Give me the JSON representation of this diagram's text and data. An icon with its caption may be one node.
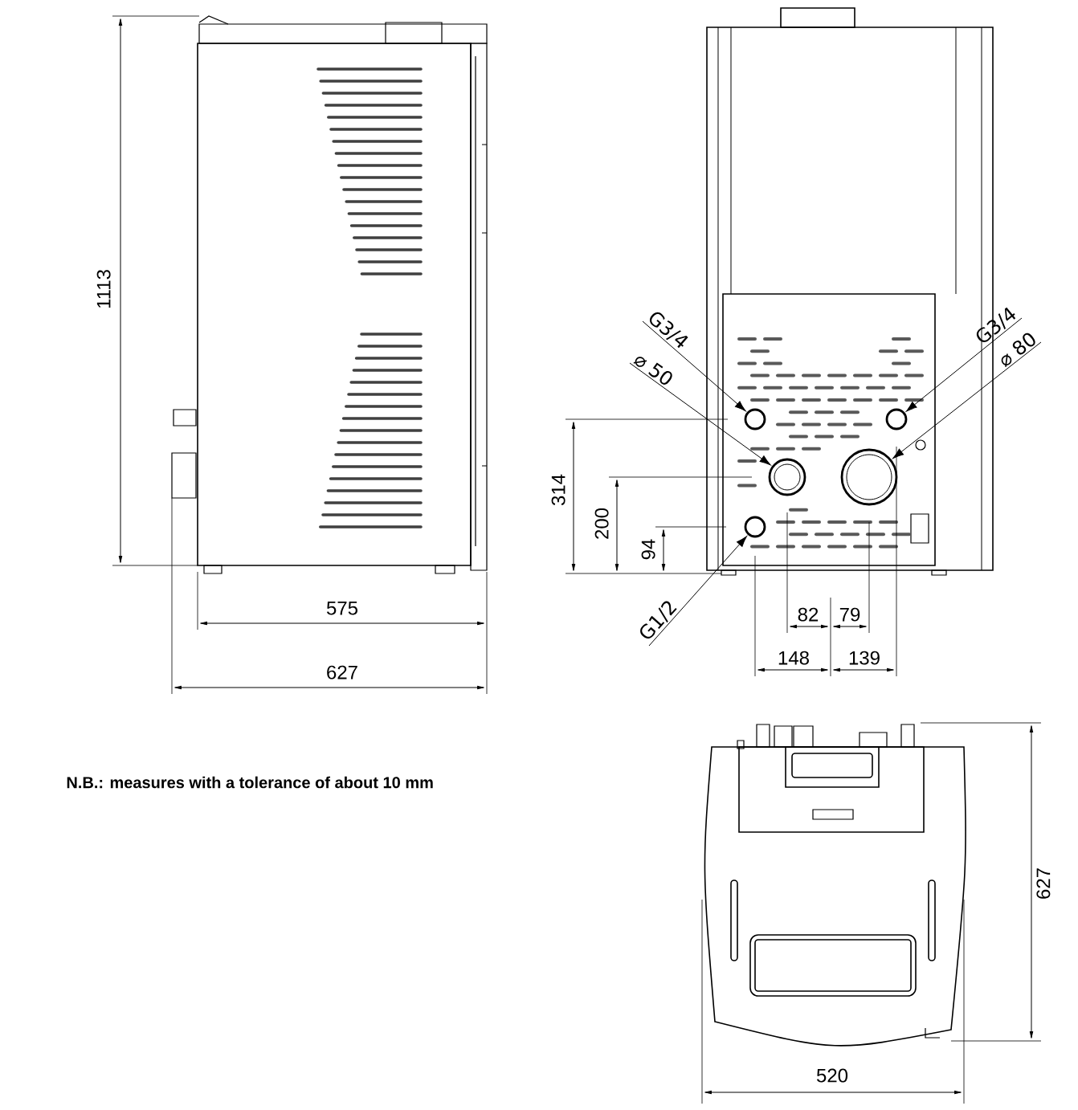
{
  "diagram": {
    "nodes": [
      {
        "text": [
          "G3/4"
        ]
      },
      {
        "text": [
          "⌀ 50"
        ]
      },
      {
        "text": [
          "G3/4"
        ]
      },
      {
        "text": [
          "⌀ 80"
        ]
      },
      {
        "text": [
          "G1/2"
        ]
      },
      {
        "text": [],
        "shape": "circle"
      },
      {
        "text": [],
        "shape": "circle"
      },
      {
        "text": [],
        "shape": "circle"
      },
      {
        "text": [],
        "shape": "circle"
      },
      {
        "text": [],
        "shape": "circle"
      }
    ],
    "edges": [
      {
        "from": 0,
        "to": 5,
        "arrow": "to"
      },
      {
        "from": 1,
        "to": 6,
        "arrow": "to"
      },
      {
        "from": 2,
        "to": 7,
        "arrow": "to"
      },
      {
        "from": 3,
        "to": 8,
        "arrow": "to"
      },
      {
        "from": 4,
        "to": 9,
        "arrow": "to"
      }
    ],
    "labels": [
      "1113",
      "575",
      "627",
      "314",
      "200",
      "94",
      "82",
      "79",
      "148",
      "139",
      "N.B.: measures with a tolerance of about 10 mm",
      "627",
      "520"
    ]
  }
}
